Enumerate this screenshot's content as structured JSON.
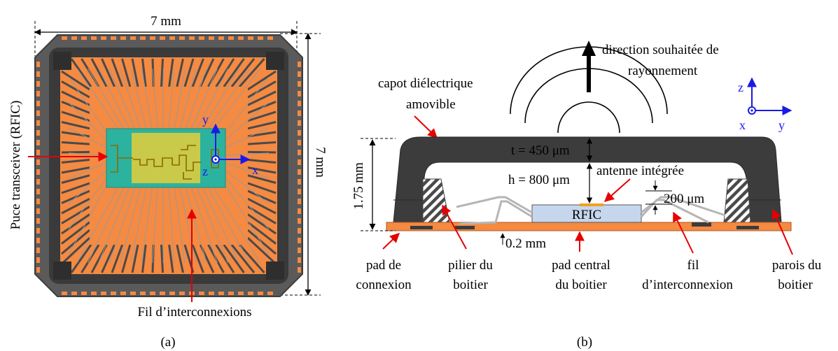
{
  "colors": {
    "package_dark": "#3d3d3d",
    "package_mid": "#5a5a5a",
    "copper": "#f58a42",
    "die_teal": "#2bb3a0",
    "antenna_region": "#c9c94a",
    "rfic_fill": "#c6d6ec",
    "axis_blue": "#1a1ae6",
    "arrow_red": "#e60000"
  },
  "panel_a": {
    "width_label": "7 mm",
    "height_label": "7 mm",
    "rfic_label": "Puce transceiver (RFIC)",
    "wire_label": "Fil d’interconnexions",
    "axis_y": "y",
    "axis_z": "z",
    "axis_x": "x",
    "caption": "(a)"
  },
  "panel_b": {
    "direction_label_1": "direction souhaitée de",
    "direction_label_2": "rayonnement",
    "capot_label_1": "capot diélectrique",
    "capot_label_2": "amovible",
    "height_label": "1.75 mm",
    "t_label": "t = 450 μm",
    "antenna_label": "antenne intégrée",
    "h_label": "h = 800 μm",
    "gap_label": "200 μm",
    "rfic_label": "RFIC",
    "pad_thickness_label": "0.2 mm",
    "pad_connexion_1": "pad de",
    "pad_connexion_2": "connexion",
    "pilier_1": "pilier du",
    "pilier_2": "boitier",
    "pad_central_1": "pad central",
    "pad_central_2": "du boitier",
    "fil_1": "fil",
    "fil_2": "d’interconnexion",
    "parois_1": "parois du",
    "parois_2": "boitier",
    "axis_z": "z",
    "axis_y": "y",
    "axis_x": "x",
    "caption": "(b)"
  }
}
